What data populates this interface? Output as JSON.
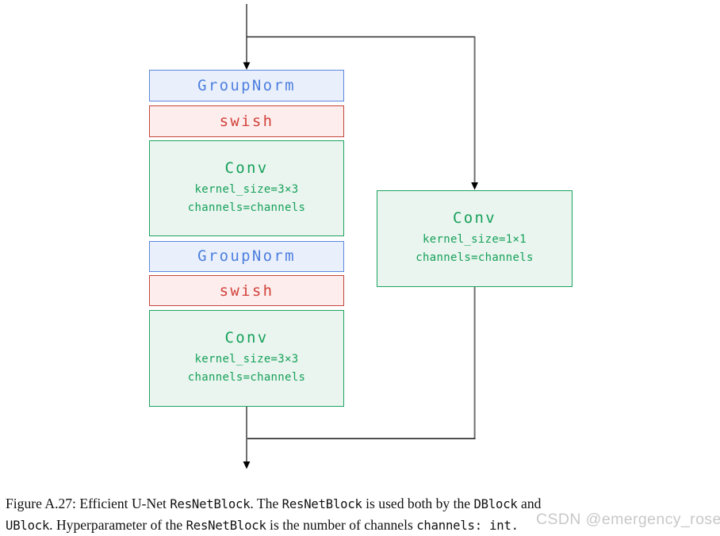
{
  "blocks": {
    "main": [
      {
        "label": "GroupNorm"
      },
      {
        "label": "swish"
      },
      {
        "label": "Conv",
        "params": [
          "kernel_size=3×3",
          "channels=channels"
        ]
      },
      {
        "label": "GroupNorm"
      },
      {
        "label": "swish"
      },
      {
        "label": "Conv",
        "params": [
          "kernel_size=3×3",
          "channels=channels"
        ]
      }
    ],
    "skip": {
      "label": "Conv",
      "params": [
        "kernel_size=1×1",
        "channels=channels"
      ]
    }
  },
  "colors": {
    "groupnorm_border": "#5b86de",
    "groupnorm_bg": "#eaf0fb",
    "groupnorm_text": "#4d7fdf",
    "swish_border": "#c2453b",
    "swish_bg": "#fdeeed",
    "swish_text": "#d3403a",
    "conv_border": "#1ea360",
    "conv_bg": "#e9f5ee",
    "conv_text": "#17a05b",
    "line_vertical": "#6e6e6e",
    "line_horizontal": "#2a2a2a",
    "arrowhead": "#000000"
  },
  "caption": {
    "line1": [
      {
        "text": "Figure A.27: Efficient U-Net "
      },
      {
        "text": "ResNetBlock"
      },
      {
        "text": ". The "
      },
      {
        "text": "ResNetBlock"
      },
      {
        "text": " is used both by the "
      },
      {
        "text": "DBlock"
      },
      {
        "text": " and"
      }
    ],
    "line2": [
      {
        "text": "UBlock"
      },
      {
        "text": ". Hyperparameter of the "
      },
      {
        "text": "ResNetBlock"
      },
      {
        "text": " is the number of channels "
      },
      {
        "text": "channels: int."
      }
    ]
  },
  "watermark": {
    "text": "CSDN @emergency_rose"
  }
}
